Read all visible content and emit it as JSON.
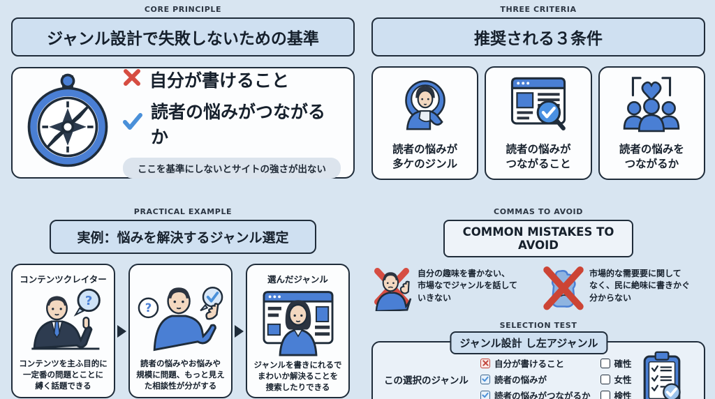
{
  "core_principle": {
    "eyebrow": "CORE PRINCIPLE",
    "title": "ジャンル設計で失敗しないための基準",
    "items": [
      {
        "mark": "x",
        "text": "自分が書けること"
      },
      {
        "mark": "check",
        "text": "読者の悩みがつながるか"
      }
    ],
    "note": "ここを基準にしないとサイトの強さが出ない"
  },
  "three_criteria": {
    "eyebrow": "THREE CRITERIA",
    "title": "推奨される３条件",
    "cards": [
      {
        "icon": "reader-person-icon",
        "caption": "読者の悩みが\n多ケのジンル"
      },
      {
        "icon": "browser-search-icon",
        "caption": "読者の悩みが\nつながること"
      },
      {
        "icon": "community-heart-icon",
        "caption": "読者の悩みを\nつながるか"
      }
    ]
  },
  "practical_example": {
    "eyebrow": "PRACTICAL EXAMPLE",
    "title": "実例：悩みを解決するジャンル選定",
    "steps": [
      {
        "title": "コンテンツクレイター",
        "caption": "コンテンツを主ふ目的に\n一定番の問題とことに\n縛く話題できる"
      },
      {
        "title": "",
        "caption": "読者の悩みやお悩みや\n規模に問題、もっと見え\nた相談性が分がする"
      },
      {
        "title": "選んだジャンル",
        "caption": "ジャンルを書きにれるで\nまわいか解決ることを\n捜索したりできる"
      }
    ]
  },
  "mistakes": {
    "eyebrow": "COMMAS TO AVOID",
    "title": "COMMON MISTAKES TO AVOID",
    "items": [
      {
        "text": "自分の趣味を書かない、\n市場なでジャンルを話して\nいきない"
      },
      {
        "text": "市場的な需要要に関して\nなく、民に絶味に書きかぐ\n分からない"
      }
    ]
  },
  "selection_test": {
    "eyebrow": "SELECTION TEST",
    "title": "ジャンル設計 し左アジャンル",
    "row_label": "この選択のジャンル",
    "checklist": [
      {
        "state": "x",
        "label": "自分が書けること"
      },
      {
        "state": "check",
        "label": "読者の悩みが"
      },
      {
        "state": "check",
        "label": "読者の悩みがつながるか"
      }
    ],
    "options": [
      {
        "state": "empty",
        "label": "確性"
      },
      {
        "state": "empty",
        "label": "女性"
      },
      {
        "state": "empty",
        "label": "検性"
      }
    ]
  },
  "colors": {
    "background": "#d8e5f1",
    "navy": "#1f2c3a",
    "blue": "#4a7fd4",
    "red": "#d64d42",
    "check_blue": "#4a90d9"
  }
}
